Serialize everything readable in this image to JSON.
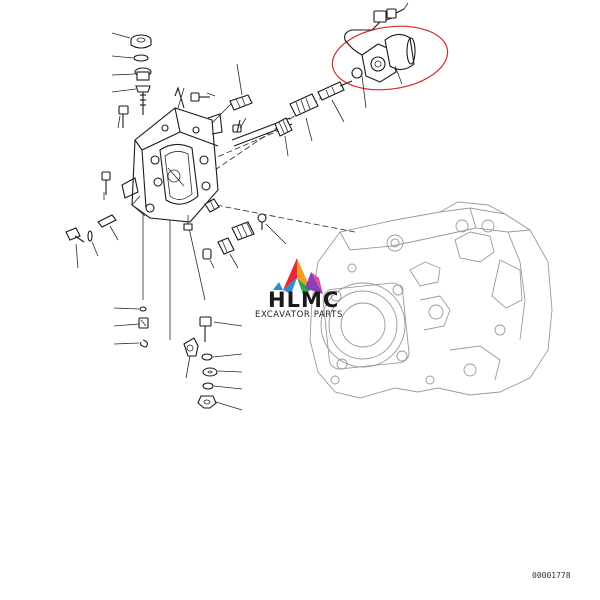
{
  "logo": {
    "brand": "HLMC",
    "tagline": "EXCAVATOR PARTS",
    "colors": [
      "#e6283c",
      "#f39c1e",
      "#2b8fd6",
      "#2ba84a",
      "#8a3fb5",
      "#e64aa0"
    ]
  },
  "drawing_number": "00001778",
  "highlight_color": "#d62c2c"
}
